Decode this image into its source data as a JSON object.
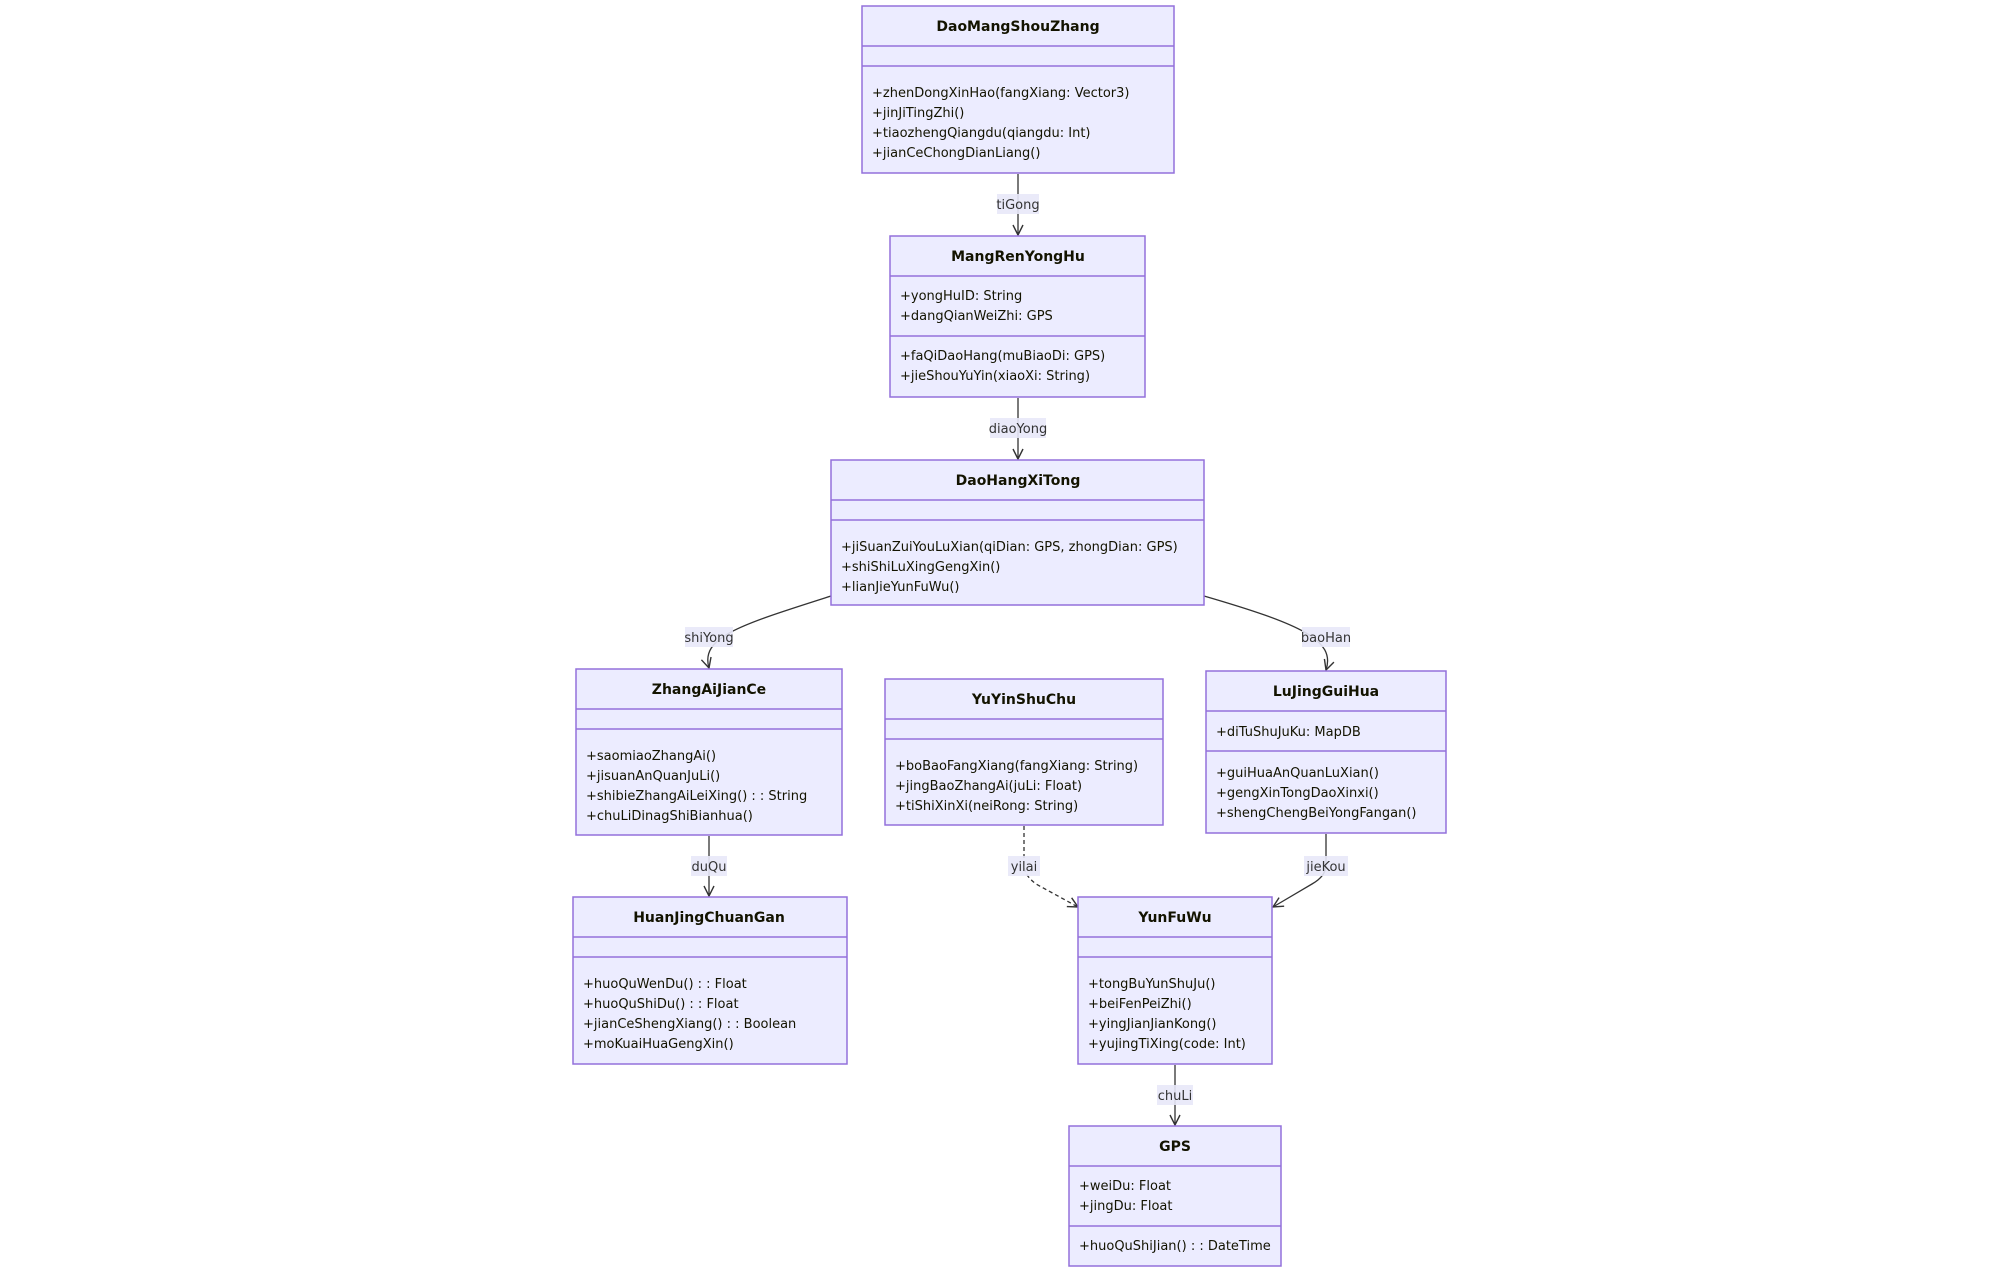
{
  "classes": {
    "DaoMangShouZhang": {
      "name": "DaoMangShouZhang",
      "attributes": [],
      "methods": [
        "+zhenDongXinHao(fangXiang: Vector3)",
        "+jinJiTingZhi()",
        "+tiaozhengQiangdu(qiangdu: Int)",
        "+jianCeChongDianLiang()"
      ]
    },
    "MangRenYongHu": {
      "name": "MangRenYongHu",
      "attributes": [
        "+yongHuID: String",
        "+dangQianWeiZhi: GPS"
      ],
      "methods": [
        "+faQiDaoHang(muBiaoDi: GPS)",
        "+jieShouYuYin(xiaoXi: String)"
      ]
    },
    "DaoHangXiTong": {
      "name": "DaoHangXiTong",
      "attributes": [],
      "methods": [
        "+jiSuanZuiYouLuXian(qiDian: GPS, zhongDian: GPS)",
        "+shiShiLuXingGengXin()",
        "+lianJieYunFuWu()"
      ]
    },
    "ZhangAiJianCe": {
      "name": "ZhangAiJianCe",
      "attributes": [],
      "methods": [
        "+saomiaoZhangAi()",
        "+jisuanAnQuanJuLi()",
        "+shibieZhangAiLeiXing() : : String",
        "+chuLiDinagShiBianhua()"
      ]
    },
    "YuYinShuChu": {
      "name": "YuYinShuChu",
      "attributes": [],
      "methods": [
        "+boBaoFangXiang(fangXiang: String)",
        "+jingBaoZhangAi(juLi: Float)",
        "+tiShiXinXi(neiRong: String)"
      ]
    },
    "LuJingGuiHua": {
      "name": "LuJingGuiHua",
      "attributes": [
        "+diTuShuJuKu: MapDB"
      ],
      "methods": [
        "+guiHuaAnQuanLuXian()",
        "+gengXinTongDaoXinxi()",
        "+shengChengBeiYongFangan()"
      ]
    },
    "HuanJingChuanGan": {
      "name": "HuanJingChuanGan",
      "attributes": [],
      "methods": [
        "+huoQuWenDu() : : Float",
        "+huoQuShiDu() : : Float",
        "+jianCeShengXiang() : : Boolean",
        "+moKuaiHuaGengXin()"
      ]
    },
    "YunFuWu": {
      "name": "YunFuWu",
      "attributes": [],
      "methods": [
        "+tongBuYunShuJu()",
        "+beiFenPeiZhi()",
        "+yingJianJianKong()",
        "+yujingTiXing(code: Int)"
      ]
    },
    "GPS": {
      "name": "GPS",
      "attributes": [
        "+weiDu: Float",
        "+jingDu: Float"
      ],
      "methods": [
        "+huoQuShiJian() : : DateTime"
      ]
    }
  },
  "relations": [
    {
      "from": "DaoMangShouZhang",
      "to": "MangRenYongHu",
      "label": "tiGong",
      "style": "solid"
    },
    {
      "from": "MangRenYongHu",
      "to": "DaoHangXiTong",
      "label": "diaoYong",
      "style": "solid"
    },
    {
      "from": "DaoHangXiTong",
      "to": "ZhangAiJianCe",
      "label": "shiYong",
      "style": "solid"
    },
    {
      "from": "DaoHangXiTong",
      "to": "LuJingGuiHua",
      "label": "baoHan",
      "style": "solid"
    },
    {
      "from": "ZhangAiJianCe",
      "to": "HuanJingChuanGan",
      "label": "duQu",
      "style": "solid"
    },
    {
      "from": "YuYinShuChu",
      "to": "YunFuWu",
      "label": "yilai",
      "style": "dashed"
    },
    {
      "from": "LuJingGuiHua",
      "to": "YunFuWu",
      "label": "jieKou",
      "style": "solid"
    },
    {
      "from": "YunFuWu",
      "to": "GPS",
      "label": "chuLi",
      "style": "solid"
    }
  ],
  "colors": {
    "box_fill": "#ECECFF",
    "box_stroke": "#9370DB",
    "edge": "#333333",
    "label_bg": "#E8E8F8"
  }
}
